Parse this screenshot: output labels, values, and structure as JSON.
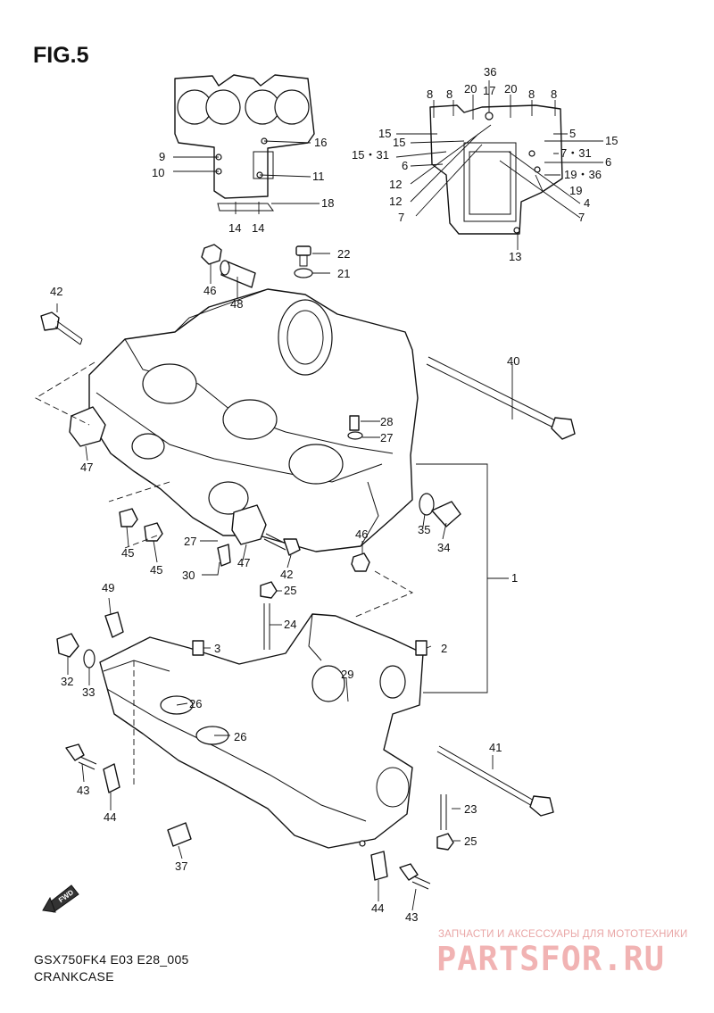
{
  "figure_title": "FIG.5",
  "model_code": "GSX750FK4 E03 E28_005",
  "caption": "CRANKCASE",
  "fwd_badge": "FWD",
  "watermark": {
    "tagline": "ЗАПЧАСТИ И АКСЕССУАРЫ ДЛЯ МОТОТЕХНИКИ",
    "logo": "PARTSFOR.RU"
  },
  "callouts": [
    {
      "id": "c36",
      "text": "36"
    },
    {
      "id": "c8a",
      "text": "8"
    },
    {
      "id": "c8b",
      "text": "8"
    },
    {
      "id": "c20a",
      "text": "20"
    },
    {
      "id": "c17",
      "text": "17"
    },
    {
      "id": "c20b",
      "text": "20"
    },
    {
      "id": "c8c",
      "text": "8"
    },
    {
      "id": "c8d",
      "text": "8"
    },
    {
      "id": "c15a",
      "text": "15"
    },
    {
      "id": "c5",
      "text": "5"
    },
    {
      "id": "c15b",
      "text": "15"
    },
    {
      "id": "c15c",
      "text": "15"
    },
    {
      "id": "c15-31",
      "text": "15・31"
    },
    {
      "id": "c7-31",
      "text": "7・31"
    },
    {
      "id": "c6a",
      "text": "6"
    },
    {
      "id": "c6b",
      "text": "6"
    },
    {
      "id": "c19-36",
      "text": "19・36"
    },
    {
      "id": "c12a",
      "text": "12"
    },
    {
      "id": "c19",
      "text": "19"
    },
    {
      "id": "c12b",
      "text": "12"
    },
    {
      "id": "c4",
      "text": "4"
    },
    {
      "id": "c7a",
      "text": "7"
    },
    {
      "id": "c7b",
      "text": "7"
    },
    {
      "id": "c13",
      "text": "13"
    },
    {
      "id": "c9",
      "text": "9"
    },
    {
      "id": "c16",
      "text": "16"
    },
    {
      "id": "c10",
      "text": "10"
    },
    {
      "id": "c11",
      "text": "11"
    },
    {
      "id": "c18",
      "text": "18"
    },
    {
      "id": "c14a",
      "text": "14"
    },
    {
      "id": "c14b",
      "text": "14"
    },
    {
      "id": "c22",
      "text": "22"
    },
    {
      "id": "c21",
      "text": "21"
    },
    {
      "id": "c46a",
      "text": "46"
    },
    {
      "id": "c48",
      "text": "48"
    },
    {
      "id": "c42a",
      "text": "42"
    },
    {
      "id": "c40",
      "text": "40"
    },
    {
      "id": "c28",
      "text": "28"
    },
    {
      "id": "c27a",
      "text": "27"
    },
    {
      "id": "c47a",
      "text": "47"
    },
    {
      "id": "c35",
      "text": "35"
    },
    {
      "id": "c34",
      "text": "34"
    },
    {
      "id": "c46b",
      "text": "46"
    },
    {
      "id": "c1",
      "text": "1"
    },
    {
      "id": "c45a",
      "text": "45"
    },
    {
      "id": "c45b",
      "text": "45"
    },
    {
      "id": "c27b",
      "text": "27"
    },
    {
      "id": "c47b",
      "text": "47"
    },
    {
      "id": "c42b",
      "text": "42"
    },
    {
      "id": "c30",
      "text": "30"
    },
    {
      "id": "c49",
      "text": "49"
    },
    {
      "id": "c25a",
      "text": "25"
    },
    {
      "id": "c24",
      "text": "24"
    },
    {
      "id": "c3",
      "text": "3"
    },
    {
      "id": "c2",
      "text": "2"
    },
    {
      "id": "c32",
      "text": "32"
    },
    {
      "id": "c33",
      "text": "33"
    },
    {
      "id": "c29",
      "text": "29"
    },
    {
      "id": "c26a",
      "text": "26"
    },
    {
      "id": "c26b",
      "text": "26"
    },
    {
      "id": "c41",
      "text": "41"
    },
    {
      "id": "c43a",
      "text": "43"
    },
    {
      "id": "c44a",
      "text": "44"
    },
    {
      "id": "c23",
      "text": "23"
    },
    {
      "id": "c25b",
      "text": "25"
    },
    {
      "id": "c37",
      "text": "37"
    },
    {
      "id": "c44b",
      "text": "44"
    },
    {
      "id": "c43b",
      "text": "43"
    }
  ]
}
